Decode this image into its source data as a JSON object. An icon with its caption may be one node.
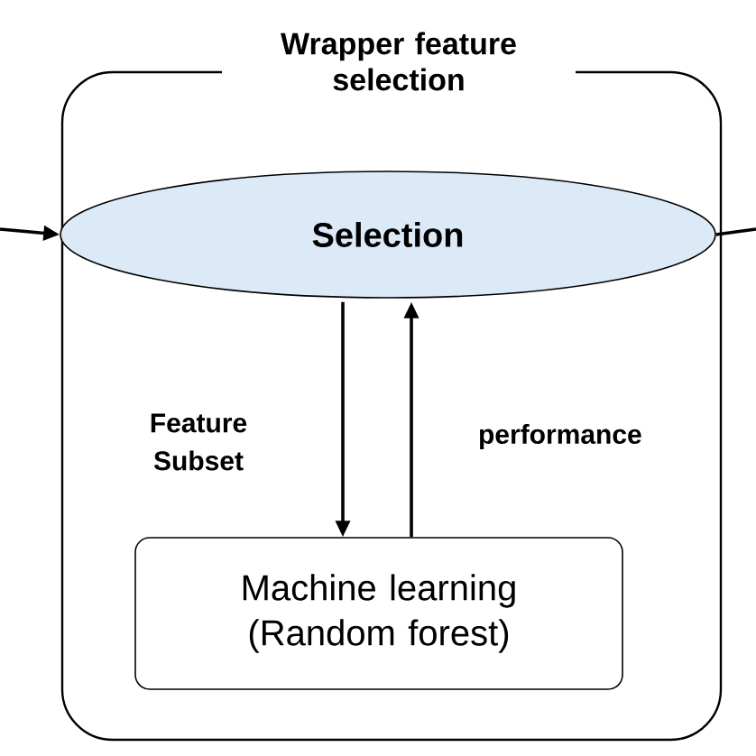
{
  "diagram": {
    "nodes": [
      {
        "text": [
          "Wrapper feature selection"
        ]
      },
      {
        "text": [
          "Selection"
        ],
        "in": 0
      },
      {
        "text": [
          "Machine learning (Random forest)"
        ],
        "in": 0
      }
    ],
    "edges": [
      {
        "from": null,
        "to": 1,
        "arrow": "to"
      },
      {
        "from": 1,
        "to": null,
        "arrow": "none"
      },
      {
        "from": 1,
        "to": 2,
        "arrow": "to",
        "label": "Feature Subset"
      },
      {
        "from": 2,
        "to": 1,
        "arrow": "to",
        "label": "performance"
      }
    ]
  }
}
